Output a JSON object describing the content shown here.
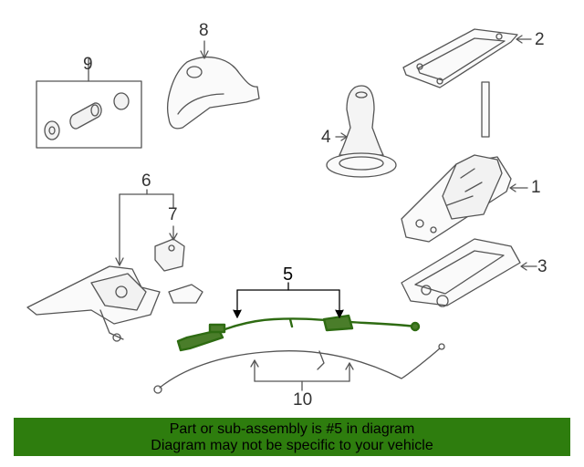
{
  "callouts": {
    "c1": "1",
    "c2": "2",
    "c3": "3",
    "c4": "4",
    "c5": "5",
    "c6": "6",
    "c7": "7",
    "c8": "8",
    "c9": "9",
    "c10": "10"
  },
  "colors": {
    "highlight_part": "#2e6b12",
    "banner_bg": "#2e7d0e",
    "line_art": "#555555"
  },
  "banner": {
    "line1": "Part or sub-assembly is #5 in diagram",
    "line2": "Diagram may not be specific to your vehicle"
  }
}
